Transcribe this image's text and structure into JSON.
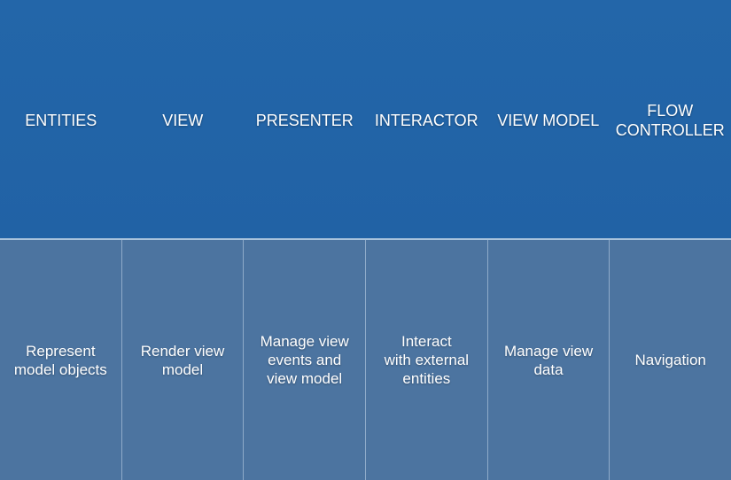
{
  "columns": [
    {
      "heading": "ENTITIES",
      "description": "Represent\nmodel objects"
    },
    {
      "heading": "VIEW",
      "description": "Render view\nmodel"
    },
    {
      "heading": "PRESENTER",
      "description": "Manage view\nevents and\nview model"
    },
    {
      "heading": "INTERACTOR",
      "description": "Interact\nwith external\nentities"
    },
    {
      "heading": "VIEW MODEL",
      "description": "Manage view\ndata"
    },
    {
      "heading": "FLOW\nCONTROLLER",
      "description": "Navigation"
    }
  ],
  "colors": {
    "header_background": "#2163a6",
    "body_background": "#4c74a0",
    "divider": "#a9c3dc",
    "text": "#ffffff"
  }
}
